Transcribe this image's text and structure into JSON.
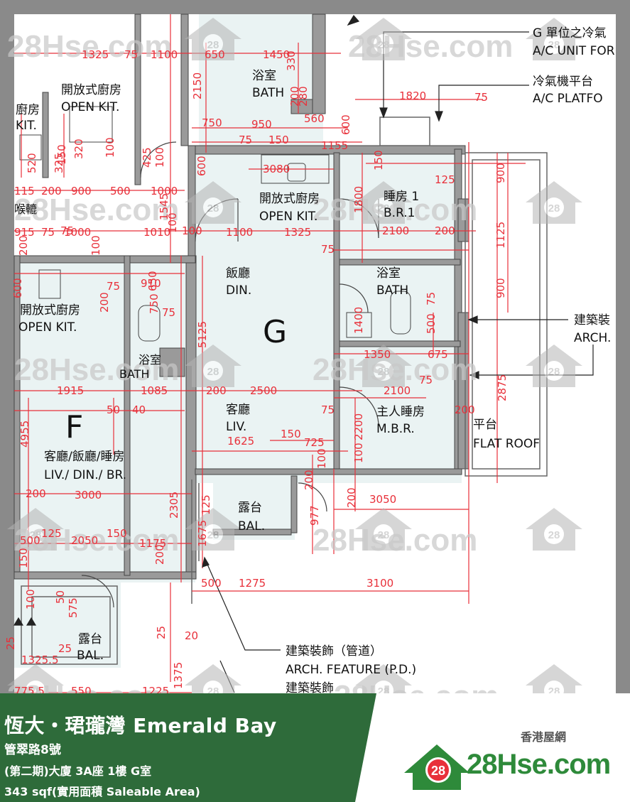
{
  "watermark": {
    "text": "28Hse.com",
    "badge": "28"
  },
  "units": {
    "G": "G",
    "F": "F"
  },
  "rooms": {
    "open_kit_cn": "開放式廚房",
    "open_kit_en": "OPEN KIT.",
    "kit_cn": "廚房",
    "kit_en": "KIT.",
    "bath_cn": "浴室",
    "bath_en": "BATH",
    "br1_cn": "睡房 1",
    "br1_en": "B.R.1",
    "din_cn": "飯廳",
    "din_en": "DIN.",
    "liv_cn": "客廳",
    "liv_en": "LIV.",
    "mbr_cn": "主人睡房",
    "mbr_en": "M.B.R.",
    "bal_cn": "露台",
    "bal_en": "BAL.",
    "flat_roof_cn": "平台",
    "flat_roof_en": "FLAT ROOF",
    "f_main_cn": "客廳/飯廳/睡房",
    "f_main_en": "LIV./ DIN./ BR.",
    "throat": "喉轆"
  },
  "callouts": {
    "ac_unit_cn": "G 單位之冷氣",
    "ac_unit_en": "A/C UNIT FOR",
    "ac_platform_cn": "冷氣機平台",
    "ac_platform_en": "A/C PLATFO",
    "arch_cn": "建築裝",
    "arch_en": "ARCH.",
    "arch_feature_cn": "建築裝飾（管道）",
    "arch_feature_en": "ARCH. FEATURE (P.D.)",
    "arch_bottom_cn": "建築裝飾"
  },
  "dimensions": [
    "1325",
    "75",
    "1100",
    "650",
    "1450",
    "330",
    "2150",
    "200",
    "280",
    "560",
    "750",
    "950",
    "600",
    "75",
    "150",
    "1155",
    "1820",
    "75",
    "125",
    "900",
    "3080",
    "150",
    "600",
    "1800",
    "1125",
    "200",
    "2100",
    "1325",
    "1100",
    "100",
    "75",
    "1010",
    "1545",
    "100",
    "75",
    "1400",
    "900",
    "75",
    "500",
    "1350",
    "675",
    "75",
    "2100",
    "2875",
    "200",
    "5125",
    "2500",
    "200",
    "75",
    "2200",
    "150",
    "725",
    "1625",
    "100",
    "100",
    "200",
    "3050",
    "977",
    "200",
    "1675",
    "125",
    "500",
    "1275",
    "3100",
    "115",
    "200",
    "900",
    "500",
    "1000",
    "915",
    "75",
    "1000",
    "200",
    "100",
    "600",
    "75",
    "910",
    "650",
    "750",
    "200",
    "75",
    "1915",
    "1085",
    "50",
    "40",
    "4955",
    "200",
    "3000",
    "2305",
    "500",
    "125",
    "2050",
    "150",
    "1175",
    "150",
    "200",
    "100",
    "50",
    "575",
    "25",
    "25",
    "1325.5",
    "25",
    "775.5",
    "550",
    "1225",
    "1375",
    "150",
    "320",
    "100",
    "425",
    "100",
    "325",
    "520",
    "20"
  ],
  "info": {
    "title": "恆大・珺瓏灣 Emerald Bay",
    "address": "管翠路8號",
    "unit": "(第二期)大廈 3A座 1樓 G室",
    "area": "343 sqf(實用面積 Saleable Area)"
  },
  "brand": {
    "name_cn": "香港屋網",
    "logo_text": "28Hse.com",
    "badge": "28"
  },
  "colors": {
    "green": "#2e6b3a",
    "brand_green": "#2e8a3a",
    "dim_red": "#e8303a",
    "wall_gray": "#999999",
    "room_fill": "#eaf3f3"
  }
}
